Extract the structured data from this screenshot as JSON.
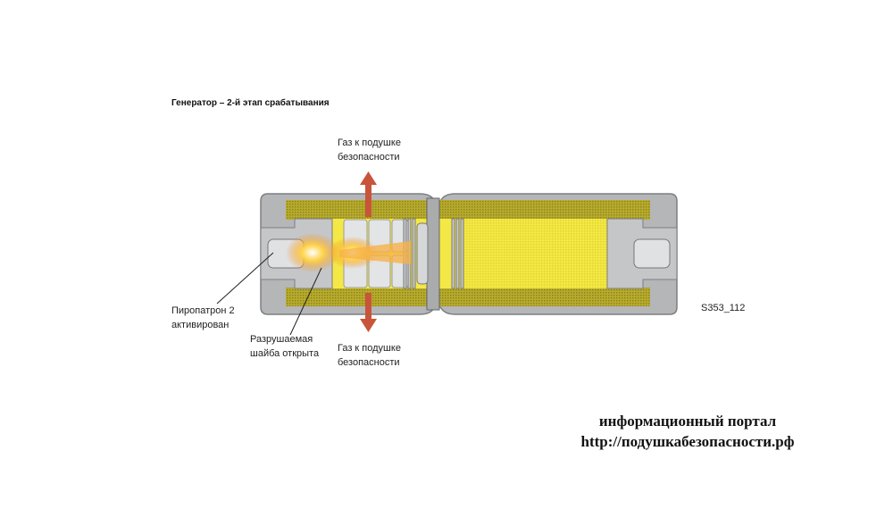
{
  "title": "Генератор – 2-й этап срабатывания",
  "labels": {
    "gas_top": [
      "Газ к подушке",
      "безопасности"
    ],
    "gas_bottom": [
      "Газ к подушке",
      "безопасности"
    ],
    "squib": [
      "Пиропатрон 2",
      "активирован"
    ],
    "disc": [
      "Разрушаемая",
      "шайба открыта"
    ],
    "figure_id": "S353_112"
  },
  "watermark": {
    "line1": "информационный портал",
    "line2": "http://подушкабезопасности.рф"
  },
  "colors": {
    "shell": "#b4b6b8",
    "propellant": "#b5aa2a",
    "chamber": "#f2e640",
    "arrow": "#c8553a"
  }
}
